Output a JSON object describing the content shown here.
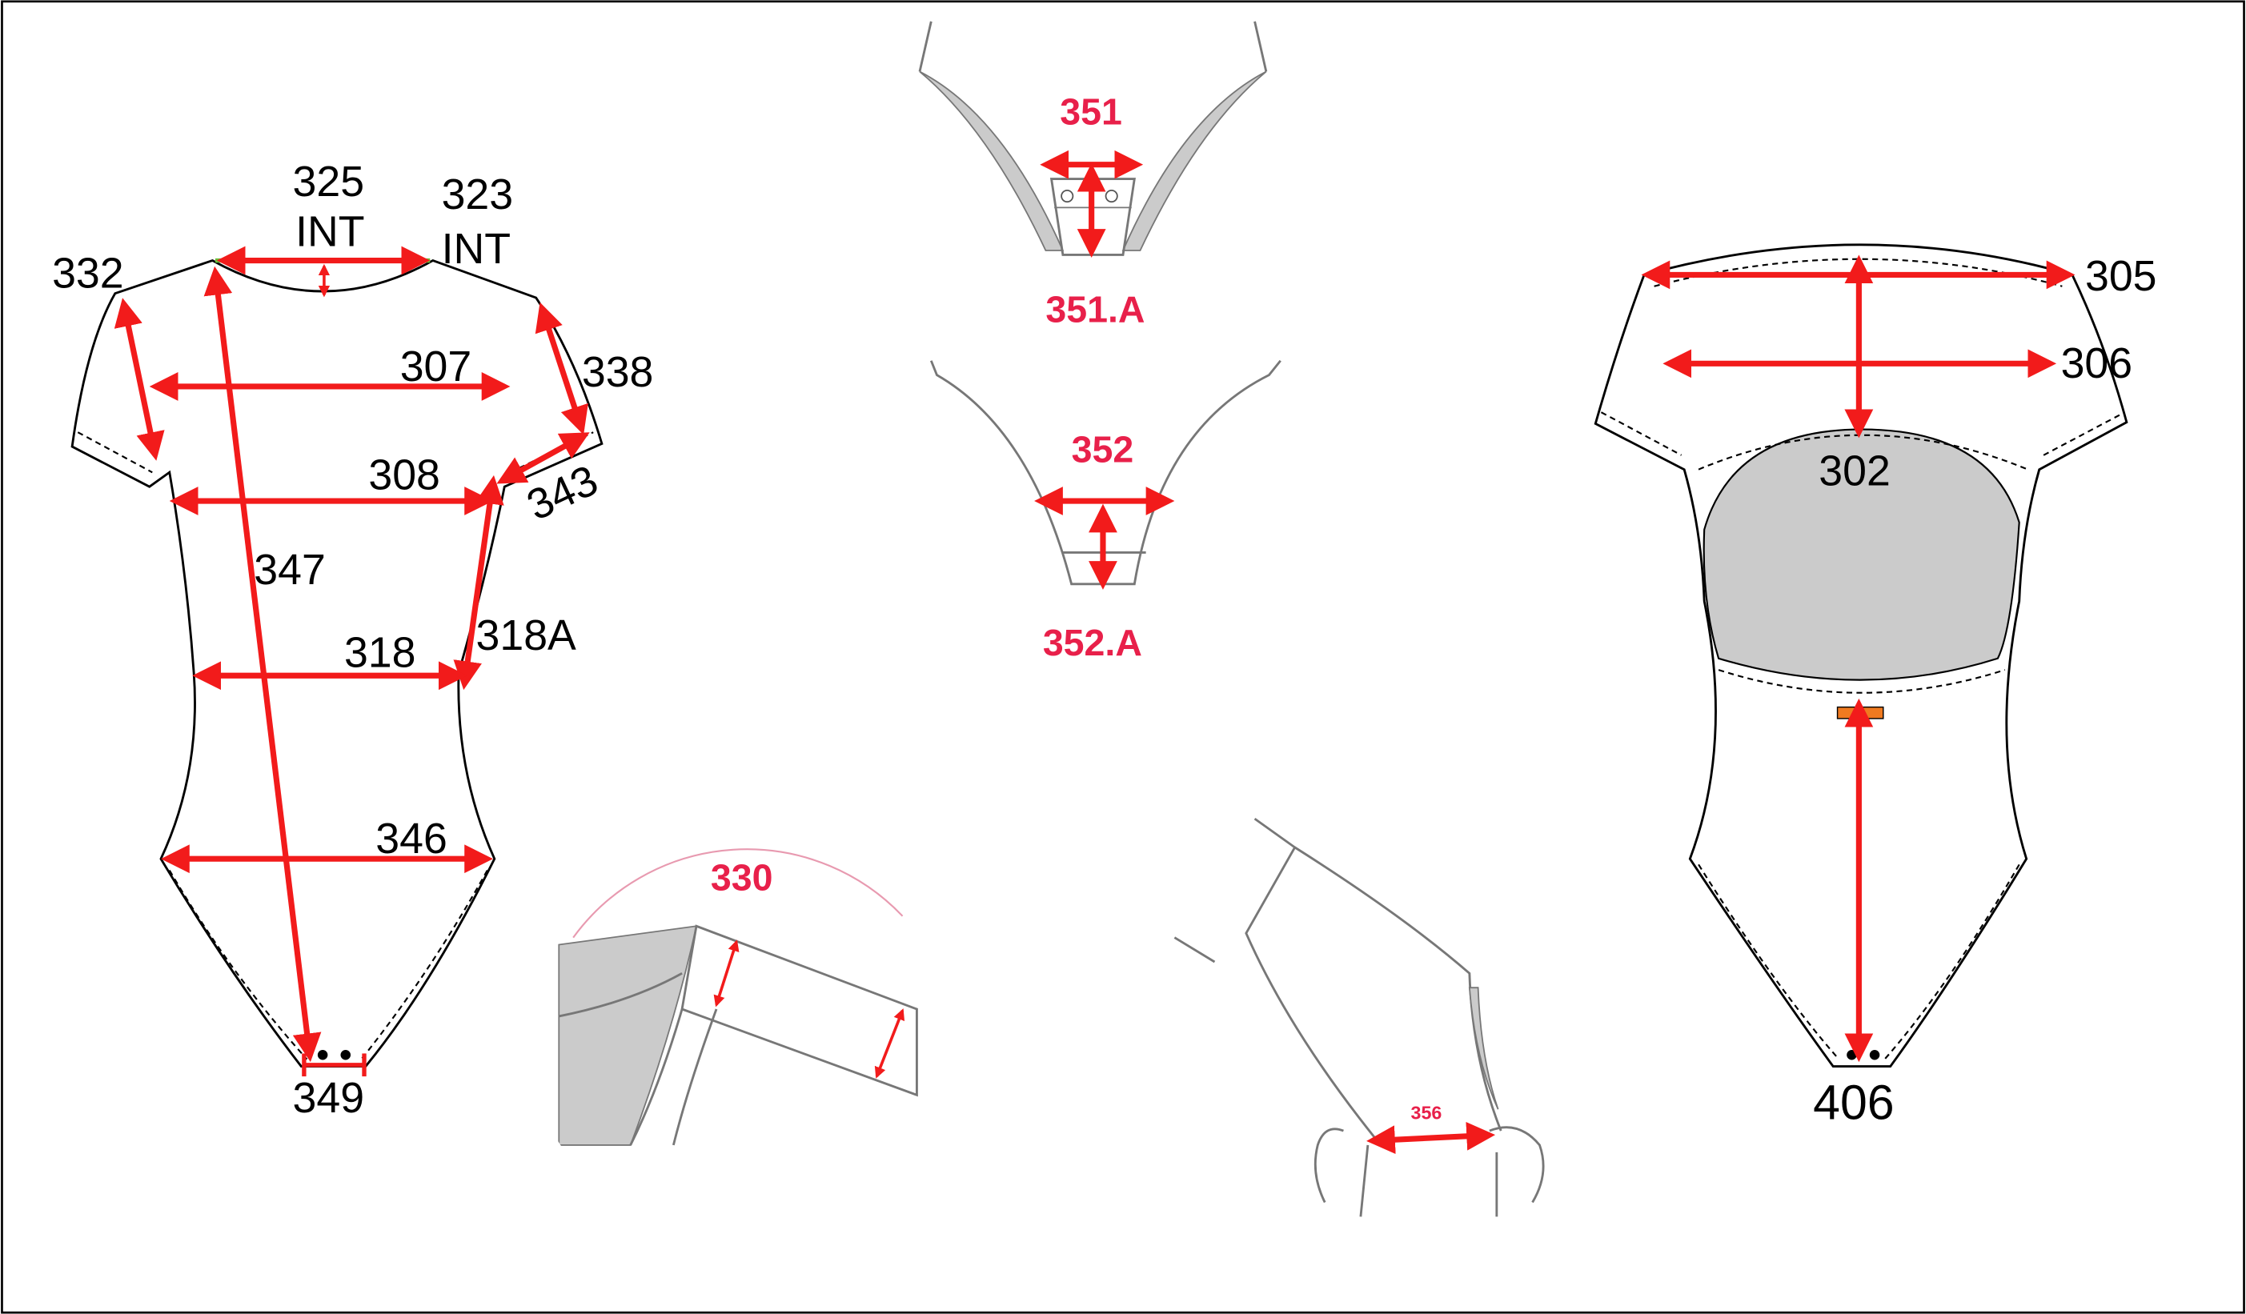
{
  "front": {
    "labels": {
      "m325": "325",
      "m325int": "INT",
      "m323": "323",
      "m323int": "INT",
      "m332": "332",
      "m307": "307",
      "m338": "338",
      "m308": "308",
      "m343": "343",
      "m347": "347",
      "m318": "318",
      "m318a": "318A",
      "m346": "346",
      "m349": "349"
    }
  },
  "crotch_top": {
    "m351": "351",
    "m351a": "351.A"
  },
  "crotch_mid": {
    "m352": "352",
    "m352a": "352.A"
  },
  "detail_binding": {
    "m330": "330"
  },
  "detail_stretch": {
    "m356": "356"
  },
  "back": {
    "labels": {
      "m305": "305",
      "m306": "306",
      "m302": "302",
      "m406": "406"
    }
  },
  "colors": {
    "arrow": "#f21b1b",
    "label_pink": "#e8204a",
    "gray_fill": "#cbcbcb",
    "orange_tab": "#f07a20"
  }
}
